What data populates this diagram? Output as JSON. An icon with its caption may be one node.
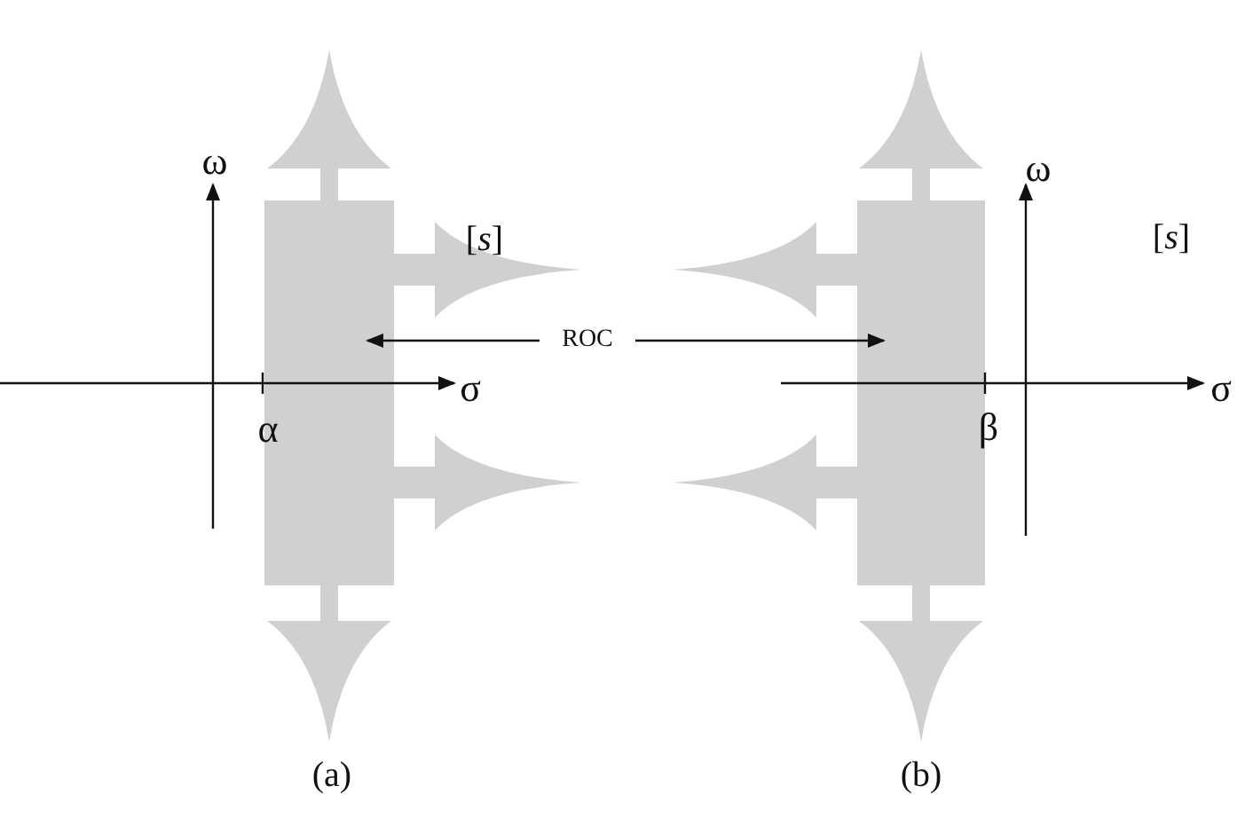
{
  "diagram": {
    "labels": [
      "ω",
      "[*s*]",
      "σ",
      "α",
      "ROC",
      "ω",
      "[*s*]",
      "σ",
      "β",
      "(a)",
      "(b)"
    ]
  }
}
